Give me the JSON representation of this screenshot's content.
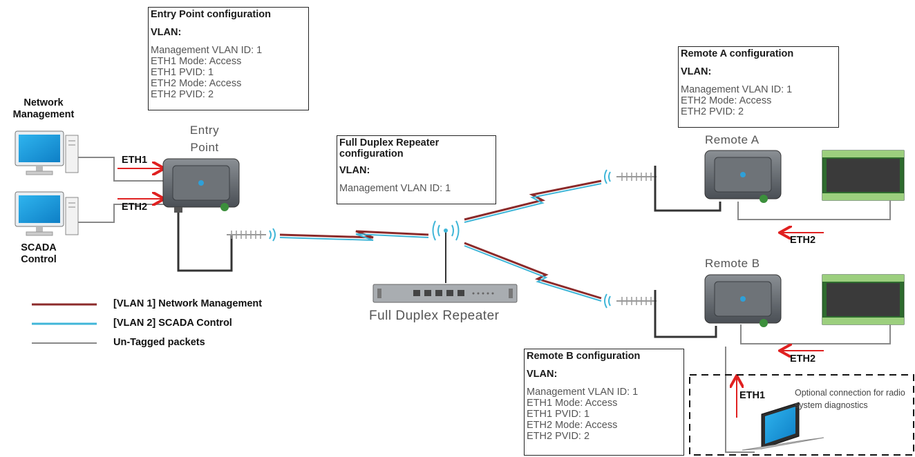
{
  "entry_config": {
    "title": "Entry Point configuration",
    "subtitle": "VLAN:",
    "lines": [
      "Management VLAN ID: 1",
      "ETH1 Mode: Access",
      "ETH1 PVID: 1",
      "ETH2 Mode: Access",
      "ETH2 PVID: 2"
    ]
  },
  "remote_a_config": {
    "title": "Remote A configuration",
    "subtitle": "VLAN:",
    "lines": [
      "Management VLAN ID: 1",
      "ETH2 Mode: Access",
      "ETH2 PVID: 2"
    ]
  },
  "repeater_config": {
    "title": "Full Duplex Repeater configuration",
    "subtitle": "VLAN:",
    "lines": [
      "Management VLAN ID: 1"
    ]
  },
  "remote_b_config": {
    "title": "Remote B configuration",
    "subtitle": "VLAN:",
    "lines": [
      "Management VLAN ID: 1",
      "ETH1 Mode: Access",
      "ETH1 PVID: 1",
      "ETH2 Mode: Access",
      "ETH2 PVID: 2"
    ]
  },
  "labels": {
    "network_management": "Network Management",
    "scada_control": "SCADA Control",
    "entry_point": "Entry Point",
    "remote_a": "Remote A",
    "remote_b": "Remote B",
    "repeater": "Full Duplex Repeater",
    "eth1": "ETH1",
    "eth2": "ETH2",
    "optional": "Optional connection for radio system diagnostics"
  },
  "legend": [
    {
      "label": "[VLAN 1] Network Management",
      "color": "#8b2a2a"
    },
    {
      "label": "[VLAN 2] SCADA Control",
      "color": "#3fb6d8"
    },
    {
      "label": "Un-Tagged packets",
      "color": "#888888"
    }
  ],
  "colors": {
    "vlan1": "#8b2a2a",
    "vlan2": "#3fb6d8",
    "untagged": "#888888",
    "arrow": "#e02020",
    "monitor": "#1ea1e0"
  },
  "icons": [
    "computer-icon",
    "radio-modem-icon",
    "antenna-icon",
    "wifi-antenna-icon",
    "repeater-rack-icon",
    "io-module-icon",
    "laptop-icon",
    "arrow-icon"
  ]
}
